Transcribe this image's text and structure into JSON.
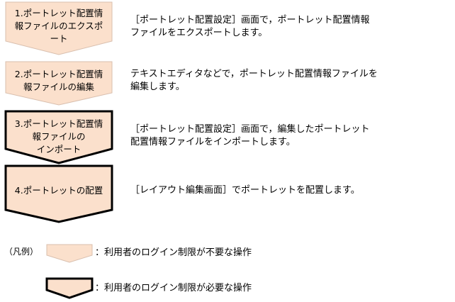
{
  "colors": {
    "step_fill": "#fbe0cc",
    "step_stroke_thin": "#d9bfae",
    "step_stroke_thick": "#000000"
  },
  "steps": [
    {
      "lines": [
        "1.ポートレット配置情",
        "報ファイルのエクスポ",
        "ート"
      ],
      "description": [
        "［ポートレット配置設定］画面で，ポートレット配置情報",
        "ファイルをエクスポートします。"
      ],
      "login_required": false
    },
    {
      "lines": [
        "2.ポートレット配置情",
        "報ファイルの編集"
      ],
      "description": [
        "テキストエディタなどで，ポートレット配置情報ファイルを",
        "編集します。"
      ],
      "login_required": false
    },
    {
      "lines": [
        "3.ポートレット配置情",
        "報ファイルの",
        "インポート"
      ],
      "description": [
        "［ポートレット配置設定］画面で，編集したポートレット",
        "配置情報ファイルをインポートします。"
      ],
      "login_required": true
    },
    {
      "lines": [
        "4.ポートレットの配置"
      ],
      "description": [
        "［レイアウト編集画面］でポートレットを配置します。"
      ],
      "login_required": true
    }
  ],
  "legend": {
    "title": "（凡例）",
    "items": [
      {
        "label": "：利用者のログイン制限が不要な操作",
        "login_required": false
      },
      {
        "label": "：利用者のログイン制限が必要な操作",
        "login_required": true
      }
    ]
  }
}
